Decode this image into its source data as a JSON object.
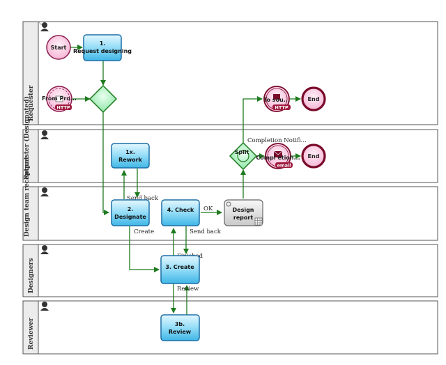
{
  "colors": {
    "flow": "#1e7a1e",
    "task_fill_top": "#d6f4ff",
    "task_fill_bottom": "#4fc4ee",
    "task_stroke": "#1d6fa5",
    "start_fill": "#ffd6ec",
    "start_stroke": "#8a1a4a",
    "end_stroke": "#7a0a2a",
    "gateway_fill": "#b8f2c6",
    "lane_header": "#ececec"
  },
  "lanes": [
    {
      "label": "Requester",
      "icon": "user-icon"
    },
    {
      "label": "Requester (Designated)",
      "icon": "user-icon"
    },
    {
      "label": "Design team receptant",
      "icon": "user-icon"
    },
    {
      "label": "Designers",
      "icon": "user-icon"
    },
    {
      "label": "Reviewer",
      "icon": "user-icon"
    }
  ],
  "events": {
    "start": "Start",
    "from_process": "From Pro...",
    "http": "HTTP",
    "to_source": "To sou...",
    "completion_email": "Compl etion...",
    "email": "email",
    "end_top": "End",
    "end_mid": "End"
  },
  "tasks": {
    "request_designing": "1. Request designing",
    "rework": "1x. Rework",
    "designate": "2. Designate",
    "check": "4. Check",
    "create": "3. Create",
    "review": "3b. Review",
    "design_report": "Design report"
  },
  "gateways": {
    "split": "Split"
  },
  "flow_labels": {
    "send_back_1": "Send back",
    "create": "Create",
    "ok": "OK",
    "send_back_2": "Send back",
    "finished": "Finished",
    "review": "Review",
    "completion_notification": "Completion Notifi..."
  }
}
